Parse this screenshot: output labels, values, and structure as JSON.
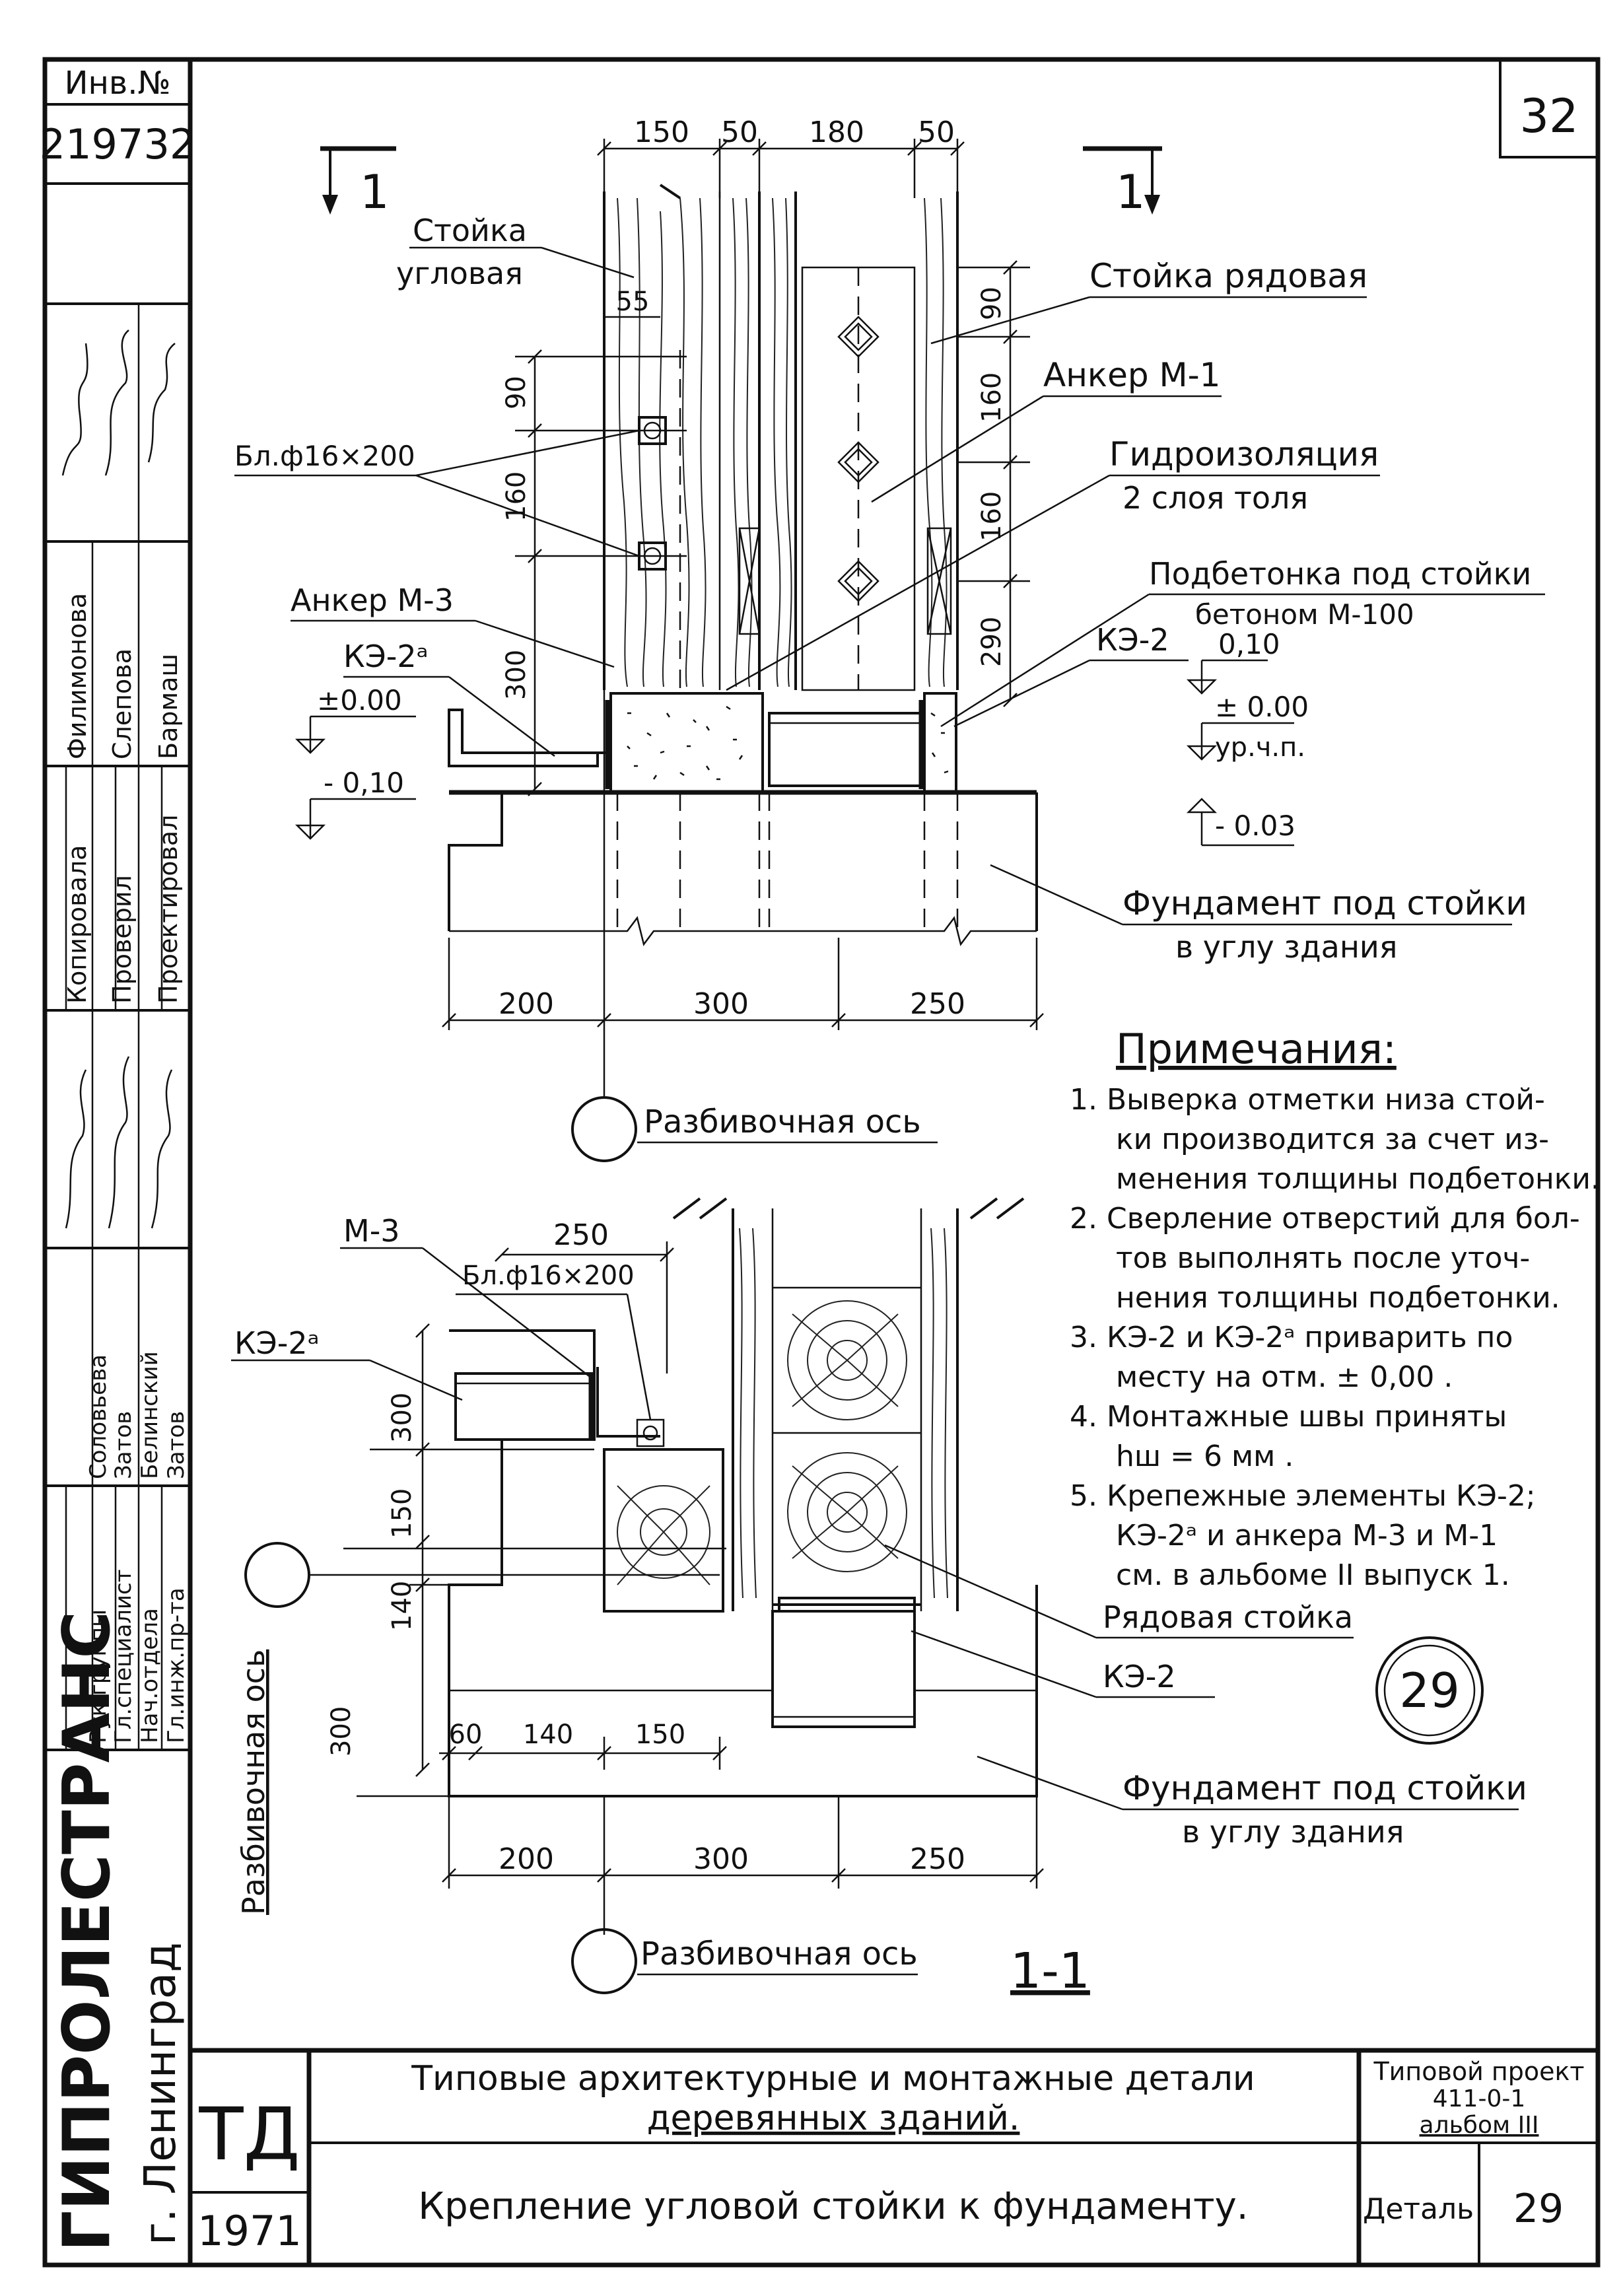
{
  "sheet": {
    "inv_label": "Инв.№",
    "inv_number": "219732",
    "page_number": "32",
    "org_name": "ГИПРОЛЕСТРАНС",
    "org_city": "г. Ленинград",
    "mark": "ТД",
    "year": "1971",
    "title_main_line1": "Типовые архитектурные и монтажные детали",
    "title_main_line2": "деревянных зданий.",
    "title_sub": "Крепление угловой стойки к фундаменту.",
    "project_line1": "Типовой проект",
    "project_line2": "411-0-1",
    "project_line3": "альбом III",
    "detail_label": "Деталь",
    "detail_number": "29"
  },
  "signatures": {
    "roles_top": [
      "Проектировал",
      "Проверил",
      "Копировала"
    ],
    "names_top": [
      "Бармаш",
      "Слепова",
      "Филимонова"
    ],
    "roles_bottom": [
      "Гл.инж.пр-та",
      "Нач.отдела",
      "Гл.специалист",
      "Рук.группы"
    ],
    "names_bottom": [
      "Затов",
      "Белинский",
      "Затов",
      "Соловьева"
    ]
  },
  "section_marks": {
    "cut_left": "1",
    "cut_right": "1",
    "section_title": "1-1",
    "detail_circle": "29"
  },
  "top_view": {
    "dims_top": [
      "150",
      "50",
      "180",
      "50"
    ],
    "dim_55": "55",
    "dim_90_left": "90",
    "dim_160_left": "160",
    "dim_300_left": "300",
    "dim_90_right": "90",
    "dim_160_right_a": "160",
    "dim_160_right_b": "160",
    "dim_290_right": "290",
    "dims_bottom": [
      "200",
      "300",
      "250"
    ],
    "labels": {
      "corner_post_1": "Стойка",
      "corner_post_2": "угловая",
      "row_post": "Стойка рядовая",
      "anchor_m1": "Анкер М-1",
      "waterproofing_1": "Гидроизоляция",
      "waterproofing_2": "2 слоя толя",
      "concrete_1": "Подбетонка под стойки",
      "concrete_2": "бетоном М-100",
      "bolt": "Бл.ф16×200",
      "anchor_m3": "Анкер М-3",
      "ke2a": "КЭ-2ᵃ",
      "ke2": "КЭ-2",
      "foundation_1": "Фундамент под стойки",
      "foundation_2": "в углу здания",
      "axis": "Разбивочная ось"
    },
    "levels": {
      "left_zero": "±0.00",
      "left_minus": "- 0,10",
      "right_plus": "0,10",
      "right_zero": "± 0.00",
      "right_floor": "ур.ч.п.",
      "right_minus": "- 0.03"
    }
  },
  "section_view": {
    "dim_250": "250",
    "dim_300_a": "300",
    "dim_150": "150",
    "dim_140_v": "140",
    "dim_300_b": "300",
    "dims_row": [
      "60",
      "140",
      "150"
    ],
    "dims_bottom": [
      "200",
      "300",
      "250"
    ],
    "labels": {
      "m3": "М-3",
      "bolt": "Бл.ф16×200",
      "ke2a": "КЭ-2ᵃ",
      "axis_vertical": "Разбивочная ось",
      "axis": "Разбивочная ось",
      "row_post": "Рядовая стойка",
      "ke2": "КЭ-2",
      "foundation_1": "Фундамент под стойки",
      "foundation_2": "в углу здания"
    }
  },
  "notes": {
    "heading": "Примечания:",
    "lines": [
      "1. Выверка отметки низа стой-",
      "ки производится за счет из-",
      "менения толщины подбетонки.",
      "2. Сверление отверстий для бол-",
      "тов выполнять после уточ-",
      "нения толщины подбетонки.",
      "3. КЭ-2 и КЭ-2ᵃ приварить по",
      "месту на отм. ± 0,00 .",
      "4. Монтажные швы приняты",
      "hш = 6 мм .",
      "5. Крепежные элементы КЭ-2;",
      "КЭ-2ᵃ и анкера М-3 и М-1",
      "см. в альбоме II выпуск 1."
    ]
  }
}
